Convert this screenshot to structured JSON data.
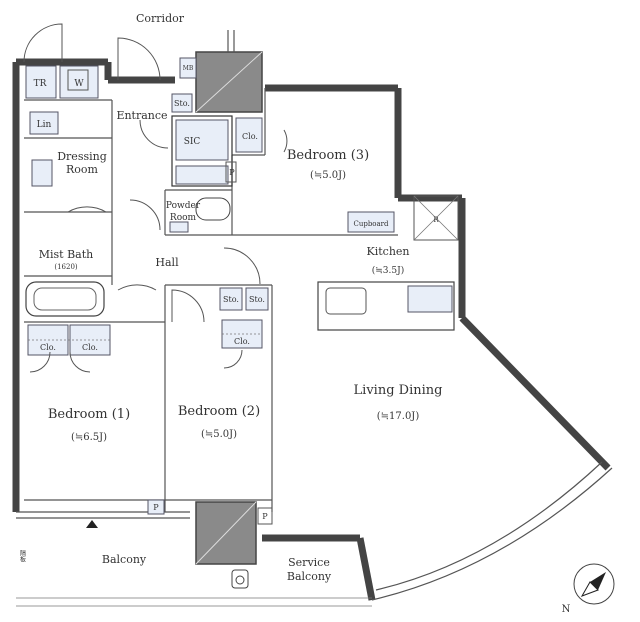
{
  "labels": {
    "corridor": "Corridor",
    "entrance": "Entrance",
    "mb": "MB",
    "sto_entrance": "Sto.",
    "sic": "SIC",
    "clo_bed3": "Clo.",
    "p_sic": "P",
    "bedroom3": "Bedroom (3)",
    "bedroom3_size": "(≒5.0J)",
    "tr": "TR",
    "w": "W",
    "lin": "Lin",
    "dressing_room_1": "Dressing",
    "dressing_room_2": "Room",
    "powder_room_1": "Powder",
    "powder_room_2": "Room",
    "cupboard": "Cupboard",
    "r": "R",
    "kitchen": "Kitchen",
    "kitchen_size": "(≒3.5J)",
    "mist_bath": "Mist Bath",
    "mist_bath_size": "(1620)",
    "hall": "Hall",
    "sto_hall_1": "Sto.",
    "sto_hall_2": "Sto.",
    "clo_bed1_a": "Clo.",
    "clo_bed1_b": "Clo.",
    "clo_bed2": "Clo.",
    "living_dining": "Living Dining",
    "living_dining_size": "(≒17.0J)",
    "bedroom1": "Bedroom (1)",
    "bedroom1_size": "(≒6.5J)",
    "bedroom2": "Bedroom (2)",
    "bedroom2_size": "(≒5.0J)",
    "p_bed1": "P",
    "p_bed2": "P",
    "balcony": "Balcony",
    "service_balcony_1": "Service",
    "service_balcony_2": "Balcony",
    "vertical_note": "隔板",
    "compass": "N"
  },
  "colors": {
    "wall": "#444444",
    "fixture_fill": "#e8eef8",
    "shaft_fill": "#8a8a8a"
  }
}
